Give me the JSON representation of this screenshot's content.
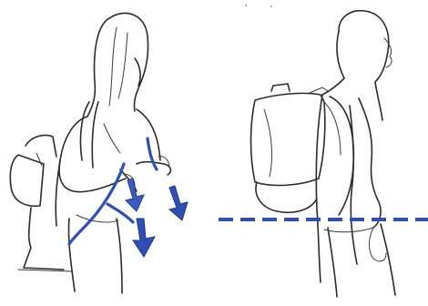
{
  "illustration": {
    "panels": [
      {
        "id": "left",
        "subject": "woman-adjusting-backpack-straps"
      },
      {
        "id": "right",
        "subject": "woman-wearing-backpack-side-view"
      }
    ]
  },
  "colors": {
    "accent": "#2f4fb5",
    "line": "#2b2b2b",
    "background": "#ffffff"
  },
  "icons": [
    "arrow-down-icon",
    "arrow-down-icon",
    "arrow-down-icon"
  ]
}
